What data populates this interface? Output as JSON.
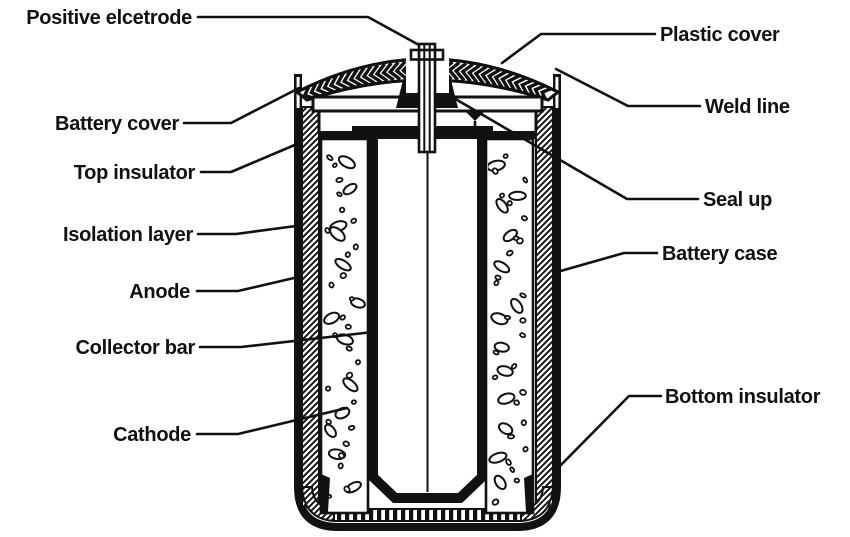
{
  "figure": {
    "kind": "battery-cross-section-diagram",
    "labels": {
      "positive_electrode": "Positive elcetrode",
      "battery_cover": "Battery cover",
      "top_insulator": "Top insulator",
      "isolation_layer": "Isolation layer",
      "anode": "Anode",
      "collector_bar": "Collector bar",
      "cathode": "Cathode",
      "plastic_cover": "Plastic cover",
      "weld_line": "Weld line",
      "seal_up": "Seal up",
      "battery_case": "Battery case",
      "bottom_insulator": "Bottom insulator"
    },
    "colors": {
      "ink": "#111111",
      "paper": "#ffffff"
    }
  }
}
